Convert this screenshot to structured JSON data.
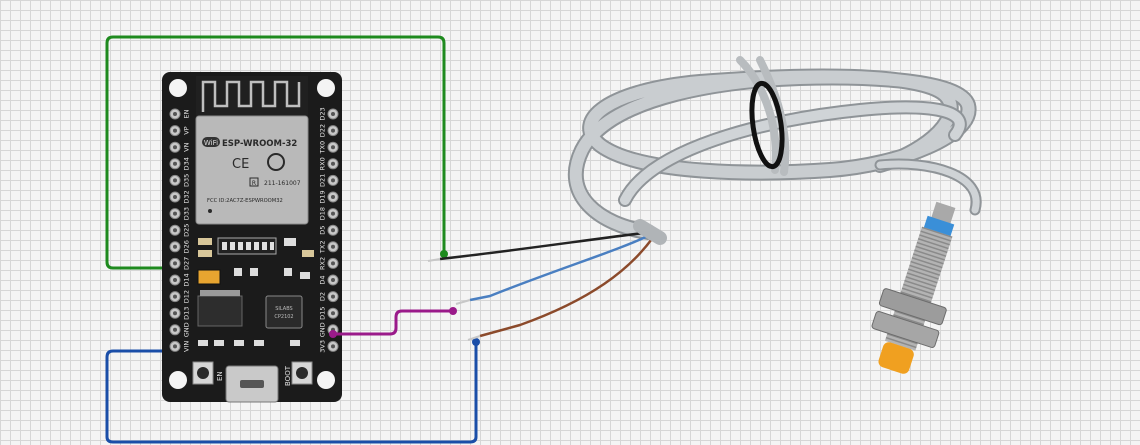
{
  "board": {
    "module_label": "ESP-WROOM-32",
    "wifi_logo": "WiFi",
    "ce_mark": "CE",
    "fcc_id": "FCC ID:2AC7Z-ESPWROOM32",
    "cert_number": "211-161007",
    "cert_box": "R",
    "chip_text_1": "SILABS",
    "chip_text_2": "CP2102",
    "en_label": "EN",
    "boot_label": "BOOT",
    "left_pins": [
      "EN",
      "VP",
      "VN",
      "D34",
      "D35",
      "D32",
      "D33",
      "D25",
      "D26",
      "D27",
      "D14",
      "D12",
      "D13",
      "GND",
      "VIN"
    ],
    "right_pins": [
      "D23",
      "D22",
      "TX0",
      "RX0",
      "D21",
      "D19",
      "D18",
      "D5",
      "TX2",
      "RX2",
      "D4",
      "D2",
      "D15",
      "GND",
      "3V3"
    ]
  },
  "wires": {
    "green": "#1e8a1e",
    "magenta": "#9a1a8a",
    "blue": "#1a4ea8"
  },
  "sensor": {
    "cable_colors": {
      "black": "#222222",
      "blue": "#4a7fc1",
      "brown": "#8b4a2b"
    },
    "body_color": "#b9b9b9",
    "cap_color": "#f0a020",
    "label_stripe": "#3a8fd8"
  }
}
